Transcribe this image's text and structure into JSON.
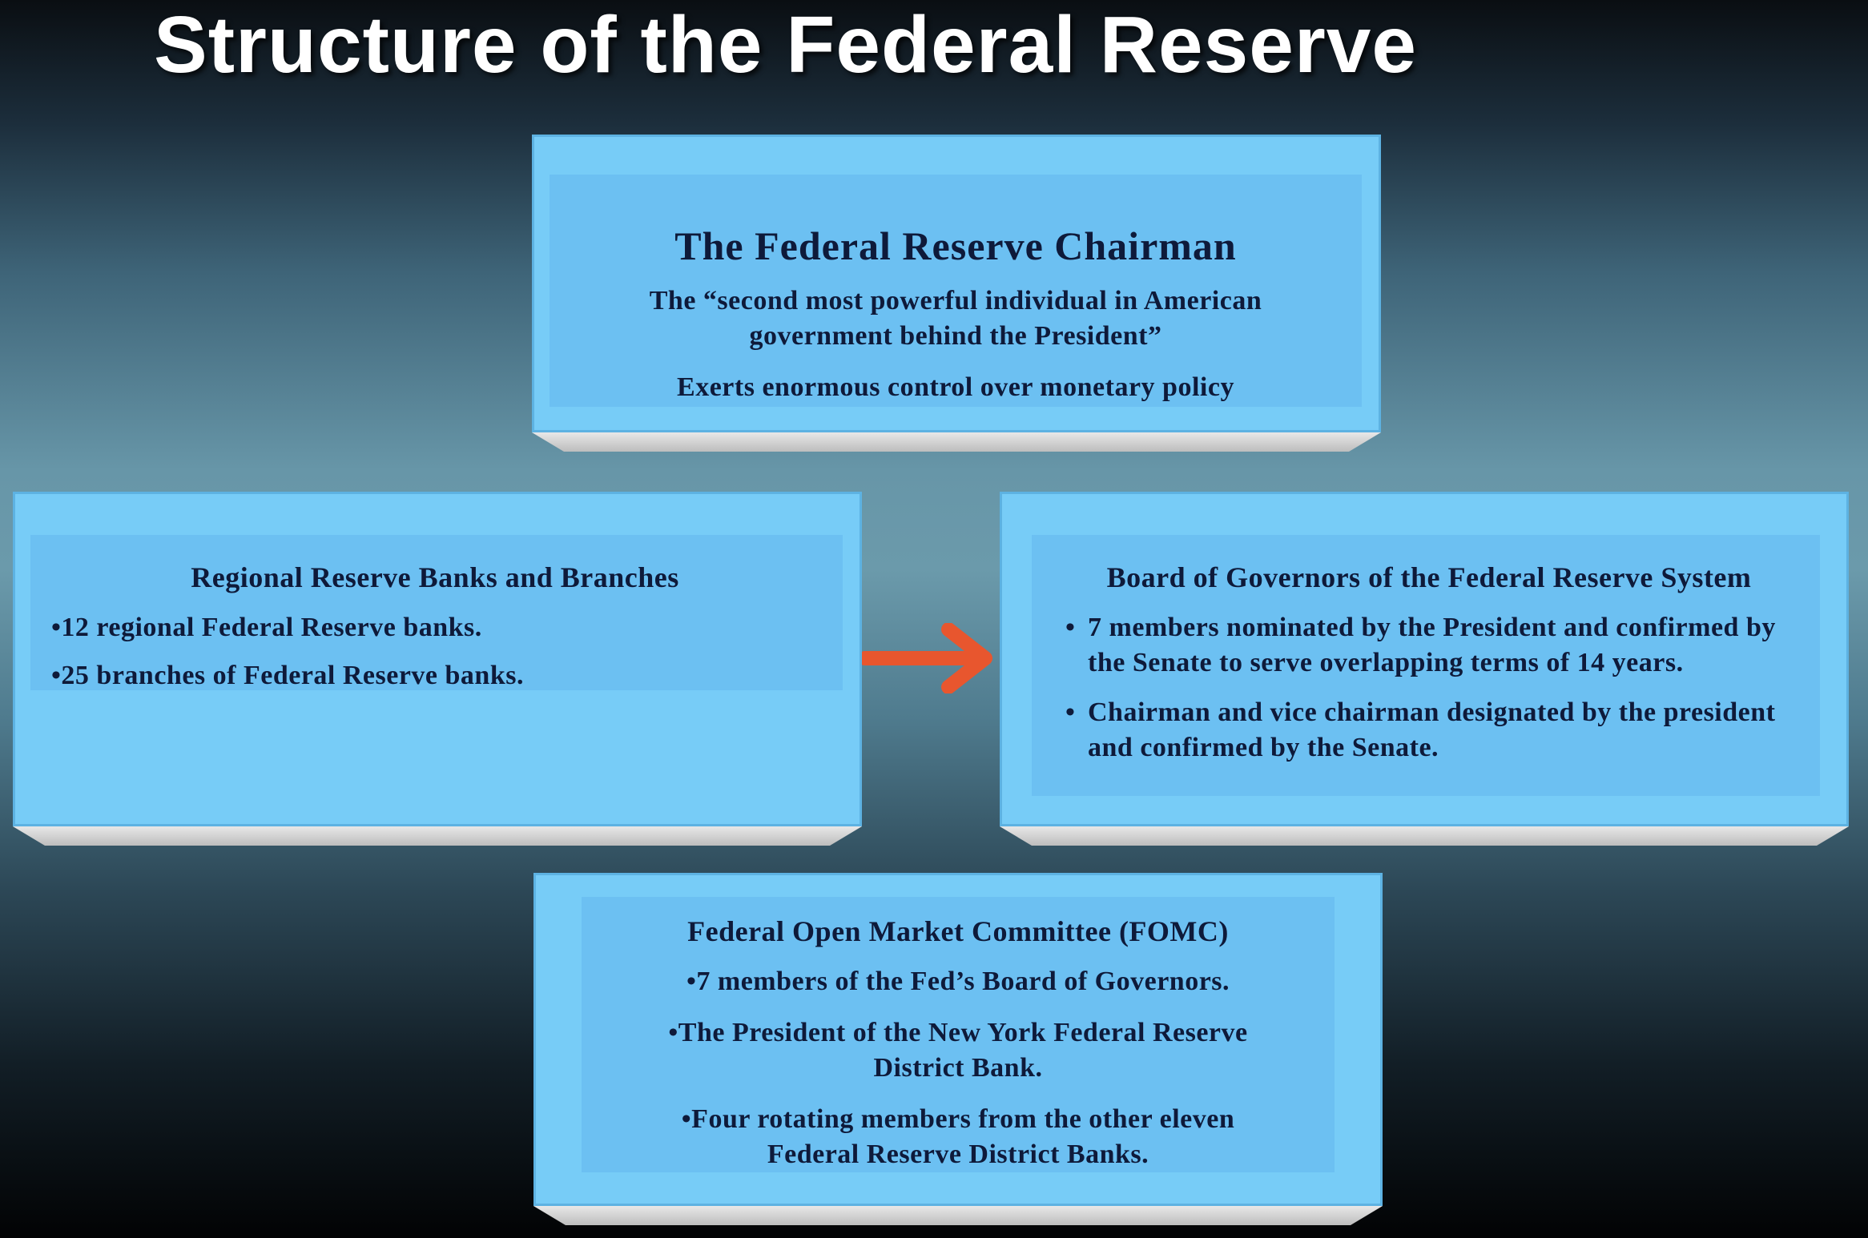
{
  "title": "Structure of the Federal Reserve",
  "colors": {
    "box_face": "#77ccf7",
    "box_inner": "#6cc0f2",
    "text": "#0e1a3a",
    "arrow": "#e8562e"
  },
  "chairman": {
    "heading": "The Federal Reserve Chairman",
    "quote": "The “second most powerful individual in American government behind the President”",
    "control": "Exerts enormous control over monetary policy"
  },
  "regional": {
    "heading": "Regional Reserve Banks and Branches",
    "items": [
      "•12 regional Federal Reserve banks.",
      "•25 branches of Federal Reserve banks."
    ]
  },
  "board": {
    "heading": "Board of Governors of the Federal Reserve System",
    "bullet": "•",
    "items": [
      "7 members nominated by the President and confirmed by the Senate to serve overlapping terms of 14 years.",
      "Chairman and vice chairman designated  by the president and confirmed by the Senate."
    ]
  },
  "fomc": {
    "heading": "Federal Open Market Committee (FOMC)",
    "items": [
      "•7 members of the Fed’s Board of Governors.",
      "•The President of the New York Federal Reserve District Bank.",
      "•Four rotating members from the other eleven Federal Reserve District Banks."
    ]
  },
  "connector": {
    "icon": "arrow-right-icon"
  }
}
